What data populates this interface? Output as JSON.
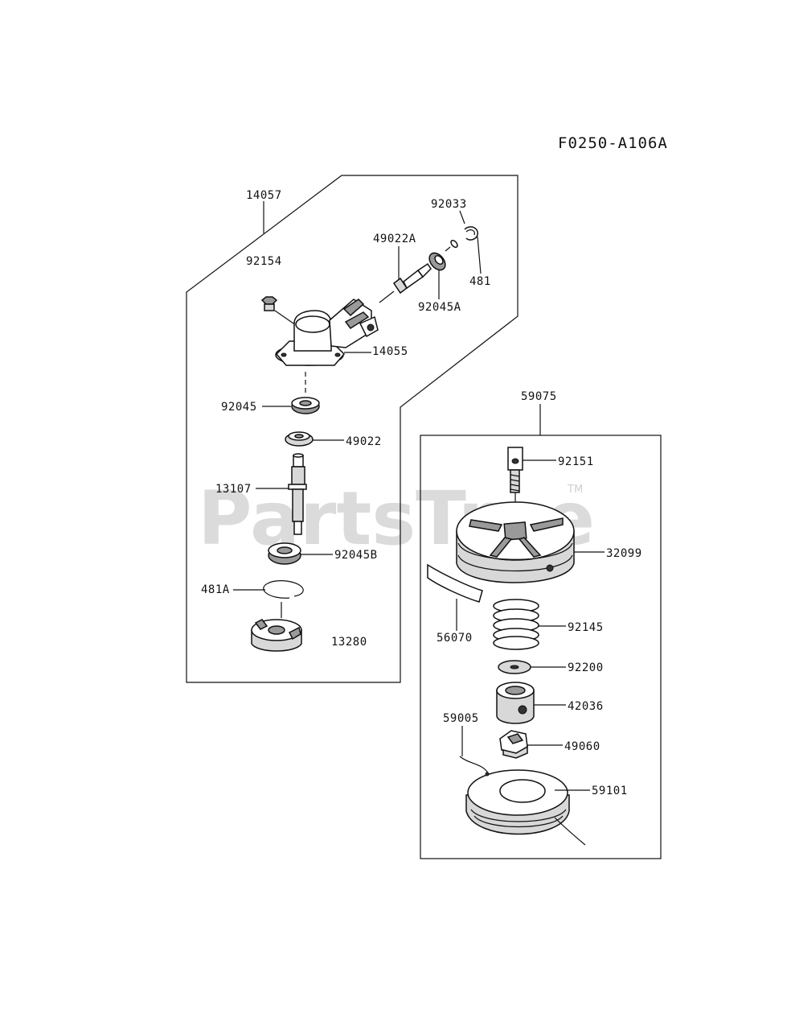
{
  "diagram_code": "F0250-A106A",
  "watermark": {
    "text": "PartsTree",
    "trademark": "TM"
  },
  "labels": {
    "p14057": "14057",
    "p92154": "92154",
    "p92033": "92033",
    "p49022A": "49022A",
    "p481": "481",
    "p92045A": "92045A",
    "p14055": "14055",
    "p92045": "92045",
    "p49022": "49022",
    "p13107": "13107",
    "p92045B": "92045B",
    "p481A": "481A",
    "p13280": "13280",
    "p59075": "59075",
    "p92151": "92151",
    "p32099": "32099",
    "p56070": "56070",
    "p92145": "92145",
    "p92200": "92200",
    "p42036": "42036",
    "p59005": "59005",
    "p49060": "49060",
    "p59101": "59101"
  }
}
